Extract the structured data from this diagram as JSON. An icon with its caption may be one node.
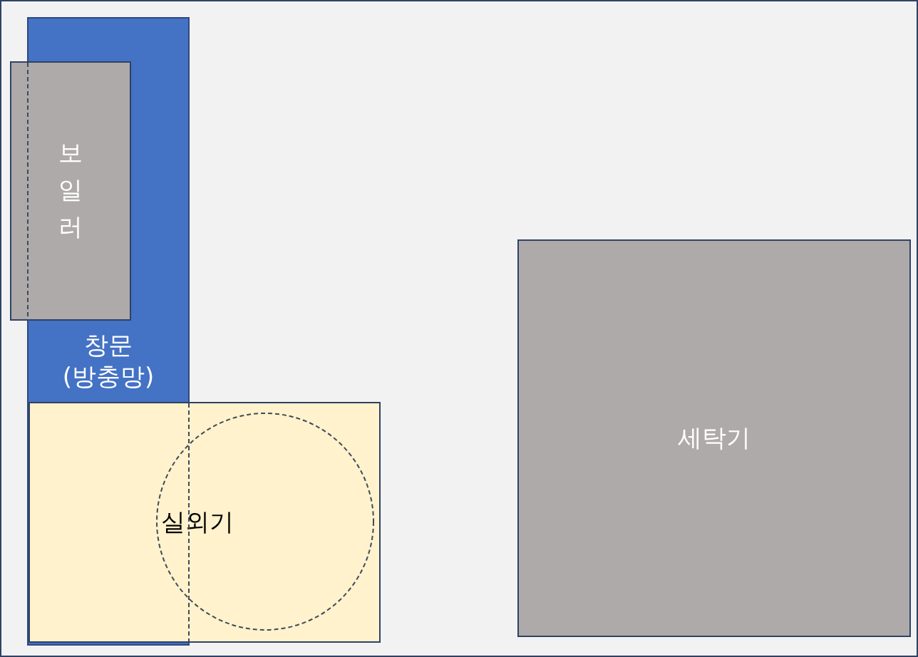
{
  "diagram": {
    "nodes": [
      {
        "text": [
          "창문 (방충망)"
        ]
      },
      {
        "text": [
          "보일러"
        ]
      },
      {
        "text": [
          "세탁기"
        ]
      },
      {
        "text": [
          "실외기"
        ]
      }
    ],
    "edges": []
  }
}
